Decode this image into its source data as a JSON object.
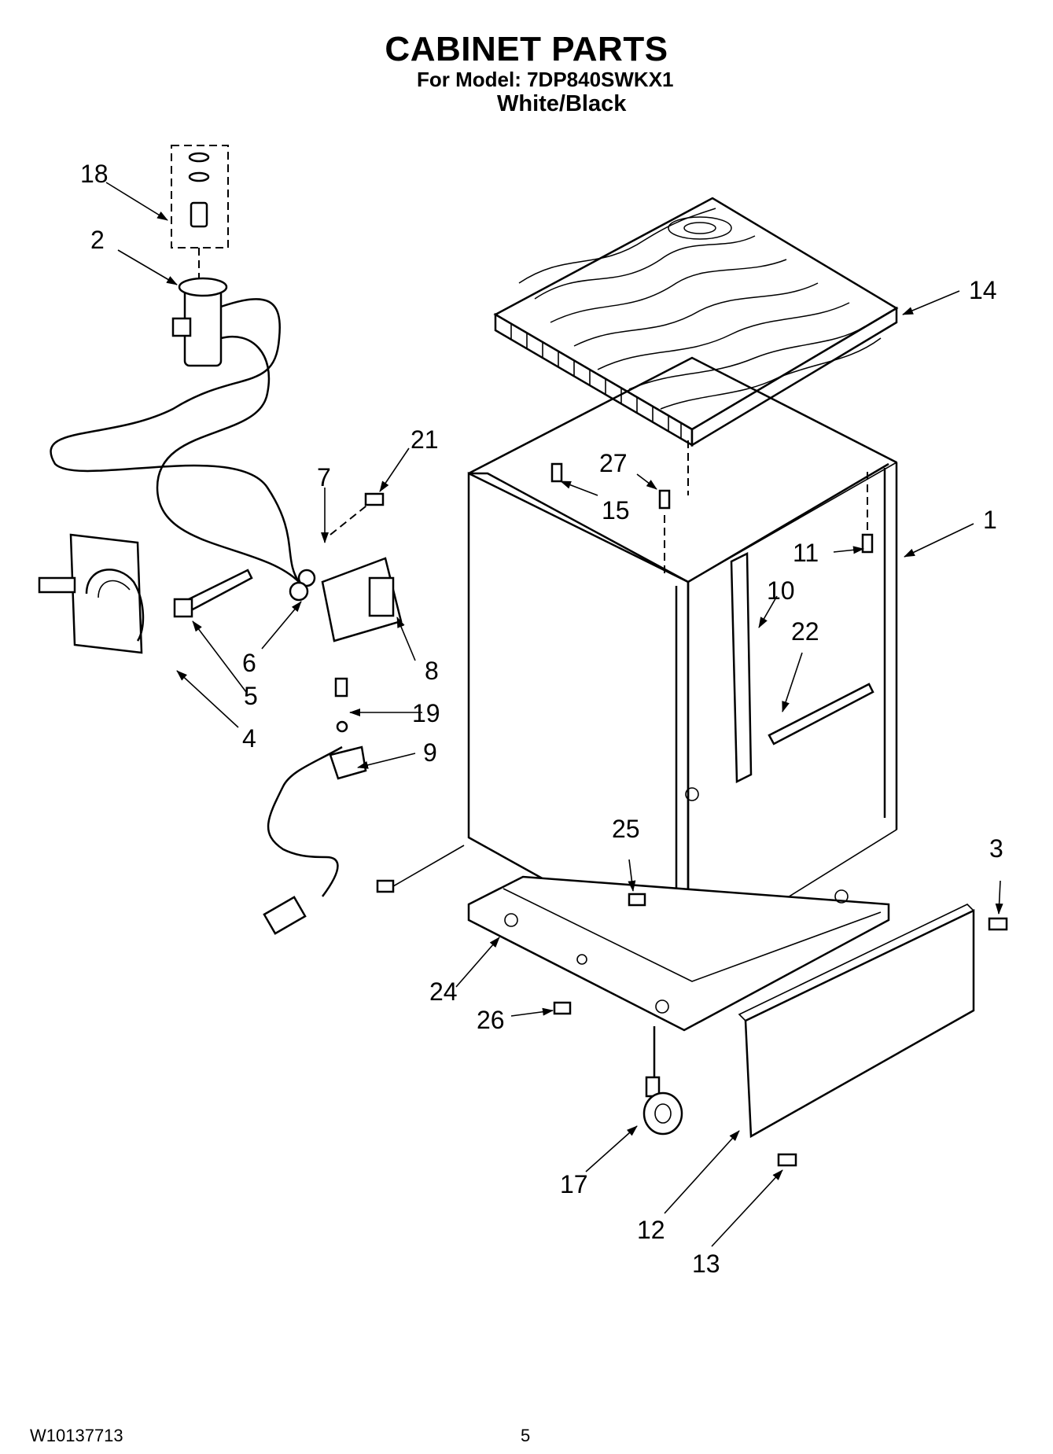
{
  "header": {
    "title": "CABINET PARTS",
    "model_line": "For Model: 7DP840SWKX1",
    "color_line": "White/Black"
  },
  "footer": {
    "doc_number": "W10137713",
    "page_number": "5"
  },
  "callouts": {
    "c1": "1",
    "c2": "2",
    "c3": "3",
    "c4": "4",
    "c5": "5",
    "c6": "6",
    "c7": "7",
    "c8": "8",
    "c9": "9",
    "c10": "10",
    "c11": "11",
    "c12": "12",
    "c13": "13",
    "c14": "14",
    "c15": "15",
    "c17": "17",
    "c18": "18",
    "c19": "19",
    "c21": "21",
    "c22": "22",
    "c24": "24",
    "c25": "25",
    "c26": "26",
    "c27": "27"
  }
}
